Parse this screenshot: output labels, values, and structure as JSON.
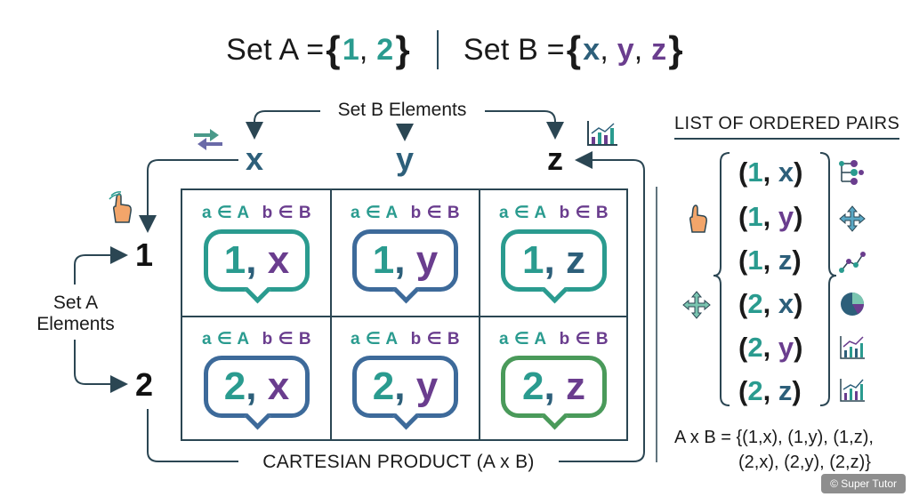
{
  "header": {
    "set_a_label": "Set A = ",
    "set_a_elements": [
      "1",
      "2"
    ],
    "set_b_label": "Set B = ",
    "set_b_elements": [
      "x",
      "y",
      "z"
    ]
  },
  "set_b_elements_label": "Set B Elements",
  "set_a_elements_label": [
    "Set A",
    "Elements"
  ],
  "columns": [
    "x",
    "y",
    "z"
  ],
  "rows": [
    "1",
    "2"
  ],
  "cell_sub_a": "a ∈ A",
  "cell_sub_b": "b ∈ B",
  "cells": [
    {
      "n": "1",
      "l": "x"
    },
    {
      "n": "1",
      "l": "y"
    },
    {
      "n": "1",
      "l": "z"
    },
    {
      "n": "2",
      "l": "x"
    },
    {
      "n": "2",
      "l": "y"
    },
    {
      "n": "2",
      "l": "z"
    }
  ],
  "bottom_label": "CARTESIAN PRODUCT (A x B)",
  "list_title": "LIST OF ORDERED PAIRS",
  "pairs": [
    {
      "n": "1",
      "l": "x"
    },
    {
      "n": "1",
      "l": "y"
    },
    {
      "n": "1",
      "l": "z"
    },
    {
      "n": "2",
      "l": "x"
    },
    {
      "n": "2",
      "l": "y"
    },
    {
      "n": "2",
      "l": "z"
    }
  ],
  "formula_line1": "A x B = {(1,x), (1,y), (1,z),",
  "formula_line2": "(2,x), (2,y), (2,z)}",
  "footer": "© Super Tutor",
  "icons": [
    "swap-arrows-icon",
    "bar-chart-icon",
    "hand-pointer-icon",
    "move-arrows-icon",
    "network-icon",
    "scatter-icon",
    "pie-chart-icon",
    "line-chart-icon"
  ],
  "colors": {
    "teal": "#2a9b8f",
    "blue": "#2d5f7a",
    "purple": "#6a3d8e",
    "green": "#4a9a5a",
    "line": "#2b4653"
  }
}
